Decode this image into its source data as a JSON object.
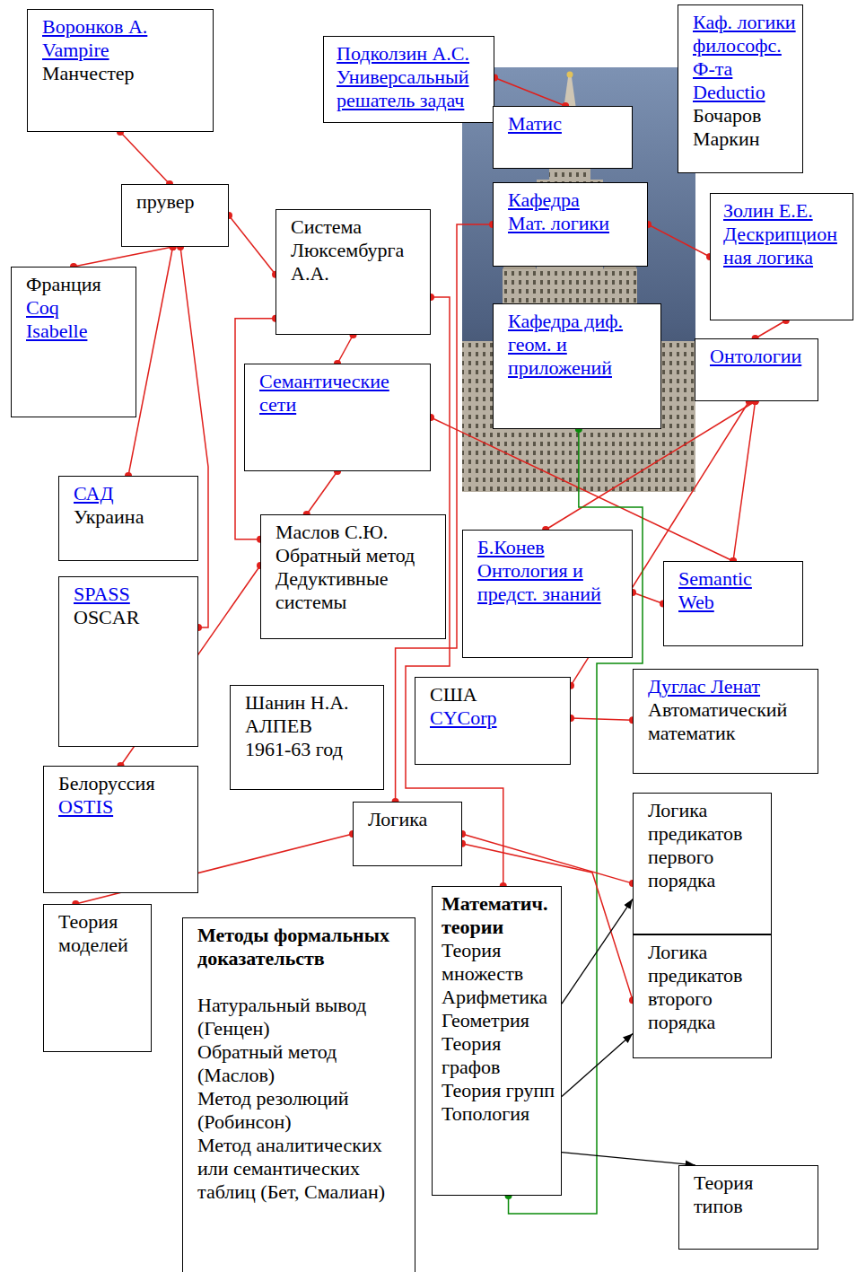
{
  "diagram": {
    "nodes": [
      {
        "text": [
          "Воронков А.",
          "Vampire",
          "Манчестер"
        ]
      },
      {
        "text": [
          "Подколзин А.С.",
          "Универсальный решатель задач"
        ]
      },
      {
        "text": [
          "Каф. логики философс. Ф-та",
          "Deductio",
          "Бочаров",
          "Маркин"
        ]
      },
      {
        "text": [
          "Матис"
        ]
      },
      {
        "text": [
          "прувер"
        ]
      },
      {
        "text": [
          "Кафедра Мат. логики"
        ]
      },
      {
        "text": [
          "Золин Е.Е.",
          "Дескрипцион ная логика"
        ]
      },
      {
        "text": [
          "Система Люксембурга А.А."
        ]
      },
      {
        "text": [
          "Франция",
          "Coq",
          "Isabelle"
        ]
      },
      {
        "text": [
          "Кафедра диф. геом. и приложений"
        ]
      },
      {
        "text": [
          "Онтологии"
        ]
      },
      {
        "text": [
          "Семантические сети"
        ]
      },
      {
        "text": [
          "САД",
          "Украина"
        ]
      },
      {
        "text": [
          "Маслов С.Ю.",
          "Обратный метод",
          "Дедуктивные системы"
        ]
      },
      {
        "text": [
          "Б.Конев",
          "Онтология и предст. знаний"
        ]
      },
      {
        "text": [
          "SPASS",
          "OSCAR"
        ]
      },
      {
        "text": [
          "Semantic Web"
        ]
      },
      {
        "text": [
          "Шанин Н.А.",
          "АЛПЕВ",
          "1961-63 год"
        ]
      },
      {
        "text": [
          "США",
          "CYCorp"
        ]
      },
      {
        "text": [
          "Дуглас Ленат",
          "Автоматический математик"
        ]
      },
      {
        "text": [
          "Белоруссия",
          "OSTIS"
        ]
      },
      {
        "text": [
          "Логика"
        ]
      },
      {
        "text": [
          "Логика предикатов первого порядка"
        ]
      },
      {
        "text": [
          "Теория моделей"
        ]
      },
      {
        "text": [
          "Методы формальных доказательств",
          "Натуральный вывод (Генцен)",
          "Обратный метод (Маслов)",
          "Метод резолюций (Робинсон)",
          "Метод аналитических или семантических таблиц (Бет, Смалиан)"
        ]
      },
      {
        "text": [
          "Математич. теории",
          "Теория множеств",
          "Арифметика",
          "Геометрия",
          "Теория графов",
          "Теория групп",
          "Топология"
        ]
      },
      {
        "text": [
          "Логика предикатов второго порядка"
        ]
      },
      {
        "text": [
          "Теория типов"
        ]
      }
    ],
    "edges": [
      {
        "from": 0,
        "to": 4,
        "arrow": "none"
      },
      {
        "from": 1,
        "to": 3,
        "arrow": "none"
      },
      {
        "from": 4,
        "to": 7,
        "arrow": "none"
      },
      {
        "from": 4,
        "to": 8,
        "arrow": "none"
      },
      {
        "from": 4,
        "to": 12,
        "arrow": "none"
      },
      {
        "from": 4,
        "to": 15,
        "arrow": "none"
      },
      {
        "from": 7,
        "to": 11,
        "arrow": "none"
      },
      {
        "from": 7,
        "to": 13,
        "arrow": "none"
      },
      {
        "from": 7,
        "to": 25,
        "arrow": "none"
      },
      {
        "from": 11,
        "to": 16,
        "arrow": "none"
      },
      {
        "from": 11,
        "to": 13,
        "arrow": "none"
      },
      {
        "from": 13,
        "to": 20,
        "arrow": "none"
      },
      {
        "from": 5,
        "to": 21,
        "arrow": "none"
      },
      {
        "from": 5,
        "to": 6,
        "arrow": "none"
      },
      {
        "from": 6,
        "to": 10,
        "arrow": "none"
      },
      {
        "from": 10,
        "to": 14,
        "arrow": "none"
      },
      {
        "from": 10,
        "to": 16,
        "arrow": "none"
      },
      {
        "from": 10,
        "to": 18,
        "arrow": "none"
      },
      {
        "from": 14,
        "to": 16,
        "arrow": "none"
      },
      {
        "from": 18,
        "to": 19,
        "arrow": "none"
      },
      {
        "from": 9,
        "to": 25,
        "arrow": "none"
      },
      {
        "from": 21,
        "to": 23,
        "arrow": "none"
      },
      {
        "from": 21,
        "to": 22,
        "arrow": "none"
      },
      {
        "from": 21,
        "to": 26,
        "arrow": "none"
      },
      {
        "from": 25,
        "to": 22,
        "arrow": "to"
      },
      {
        "from": 25,
        "to": 26,
        "arrow": "to"
      },
      {
        "from": 25,
        "to": 27,
        "arrow": "to"
      }
    ]
  }
}
